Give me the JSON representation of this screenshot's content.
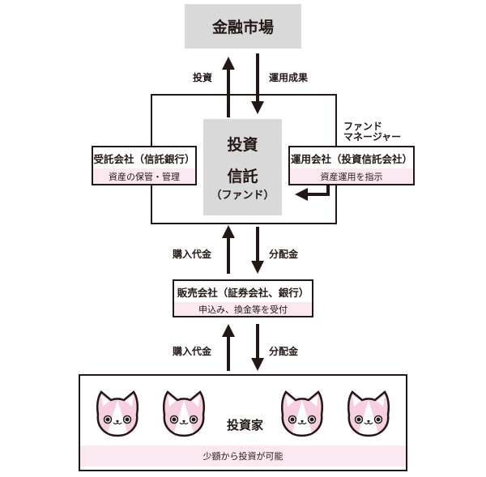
{
  "market": {
    "label": "金融市場"
  },
  "flows": {
    "invest": "投資",
    "returns": "運用成果",
    "purchase1": "購入代金",
    "dividend1": "分配金",
    "purchase2": "購入代金",
    "dividend2": "分配金"
  },
  "fund": {
    "line1": "投資",
    "line2": "信託",
    "line3": "（ファンド）"
  },
  "trustee": {
    "title": "受託会社（信託銀行）",
    "role": "資産の保管・管理"
  },
  "manager": {
    "title": "運用会社（投資信託会社）",
    "role": "資産運用を指示",
    "note_line1": "ファンド",
    "note_line2": "マネージャー"
  },
  "distributor": {
    "title": "販売会社（証券会社、銀行）",
    "role": "申込み、換金等を受付"
  },
  "investors": {
    "label": "投資家",
    "note": "少額から投資が可能"
  },
  "colors": {
    "gray": "#d9d9d9",
    "pink": "#fbe9f1",
    "cat_pink": "#f6cfe0",
    "line": "#231815"
  }
}
